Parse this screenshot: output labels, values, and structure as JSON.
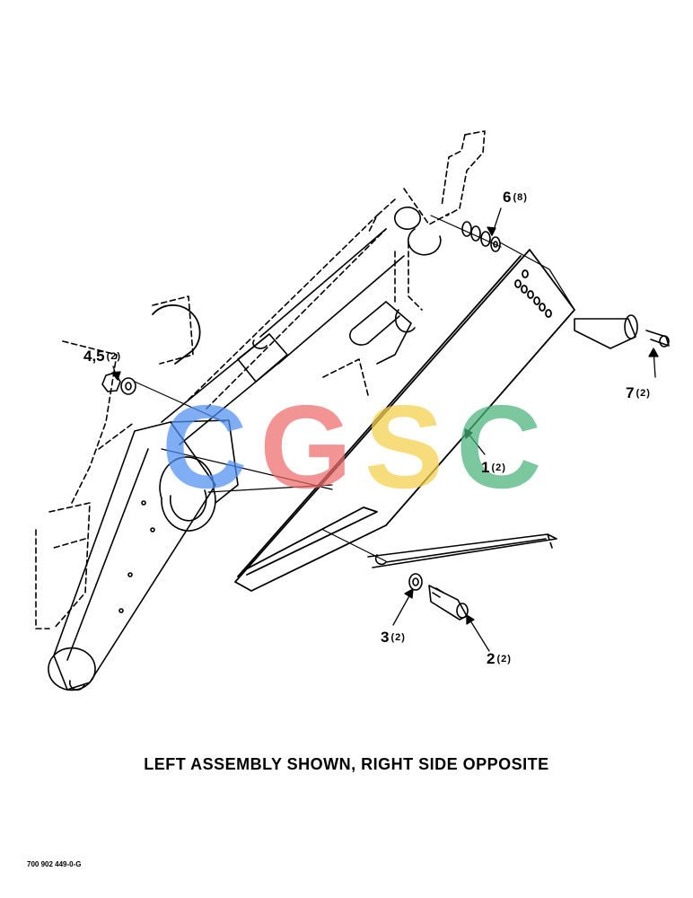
{
  "caption": "LEFT ASSEMBLY SHOWN, RIGHT SIDE OPPOSITE",
  "figure_ref": "700 902 449-0-G",
  "watermark": {
    "letters": [
      "C",
      "G",
      "S",
      "C"
    ],
    "colors": [
      "#4f8ff0",
      "#ef6b6b",
      "#f5cf4a",
      "#49b27a"
    ]
  },
  "callouts": [
    {
      "num": "1",
      "qty": "(2)"
    },
    {
      "num": "2",
      "qty": "(2)"
    },
    {
      "num": "3",
      "qty": "(2)"
    },
    {
      "num": "4,5",
      "qty": "(2)"
    },
    {
      "num": "6",
      "qty": "(8)"
    },
    {
      "num": "7",
      "qty": "(2)"
    }
  ]
}
